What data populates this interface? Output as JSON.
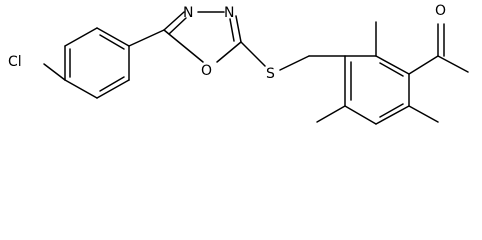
{
  "molecule": {
    "atoms": {
      "chlorine": "Cl",
      "n1": "N",
      "n2": "N",
      "ring_oxygen": "O",
      "sulfur": "S",
      "carbonyl_oxygen": "O"
    }
  }
}
